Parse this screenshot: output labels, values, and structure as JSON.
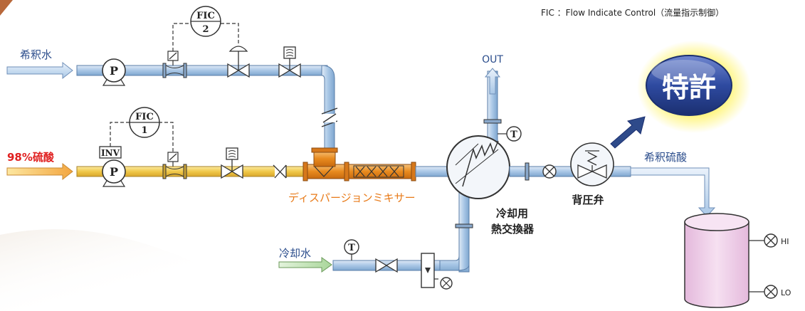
{
  "legend_note": "FIC ：Flow Indicate Control（流量指示制御）",
  "patent_badge": "特許",
  "inputs": {
    "dilution_water": "希釈水",
    "sulfuric_acid": "98%硫酸",
    "cooling_water": "冷却水"
  },
  "instruments": {
    "fic2_top": "FIC",
    "fic2_num": "2",
    "fic1_top": "FIC",
    "fic1_num": "1",
    "pump_upper": "P",
    "pump_lower": "P",
    "inverter": "INV",
    "temp_upper": "T",
    "temp_lower": "T"
  },
  "components": {
    "mixer": "ディスパージョンミキサー",
    "heat_exchanger_line1": "冷却用",
    "heat_exchanger_line2": "熱交換器",
    "back_pressure_valve": "背圧弁",
    "outlet": "OUT",
    "diluted_acid": "希釈硫酸"
  },
  "tank_alarms": {
    "high": "HI",
    "low": "LO"
  },
  "colors": {
    "water_pipe": "#a9c7e6",
    "acid_pipe": "#f0c84a",
    "mixer": "#e88a1e",
    "label_blue": "#2b4d8c",
    "label_red": "#e02020",
    "label_orange": "#e87a18",
    "tank": "#efd0ea",
    "badge": "#2e4aa0"
  }
}
